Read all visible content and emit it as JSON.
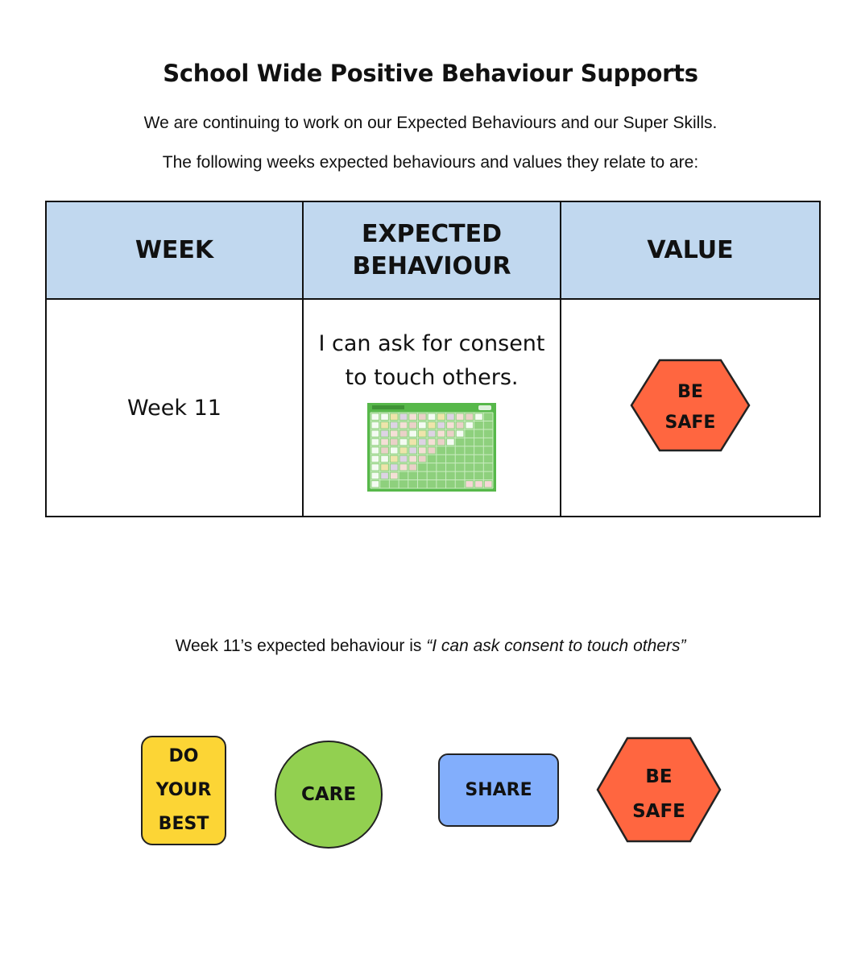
{
  "header": {
    "title": "School Wide Positive Behaviour Supports",
    "intro_line_1": "We are continuing to work on our Expected Behaviours and our Super Skills.",
    "intro_line_2": "The following weeks expected behaviours and values they relate to are:"
  },
  "table": {
    "headers": {
      "week": "WEEK",
      "expected_line_1": "EXPECTED",
      "expected_line_2": "BEHAVIOUR",
      "value": "VALUE"
    },
    "row": {
      "week": "Week 11",
      "behaviour_line_1": "I can ask for consent",
      "behaviour_line_2": "to touch others.",
      "value_line_1": "BE",
      "value_line_2": "SAFE"
    }
  },
  "summary": {
    "prefix": "Week 11’s expected behaviour is ",
    "quote": "“I can ask consent to touch others”"
  },
  "values": {
    "do_your_best": [
      "DO",
      "YOUR",
      "BEST"
    ],
    "care": "CARE",
    "share": "SHARE",
    "be_safe": [
      "BE",
      "SAFE"
    ]
  },
  "colors": {
    "header_bg": "#c1d8ef",
    "do_your_best": "#fcd535",
    "care": "#92d050",
    "share": "#82aefc",
    "be_safe": "#ff6640",
    "grid_green": "#57b84a"
  },
  "icons": {
    "grid_image": "consent-grid-chart-thumbnail"
  }
}
